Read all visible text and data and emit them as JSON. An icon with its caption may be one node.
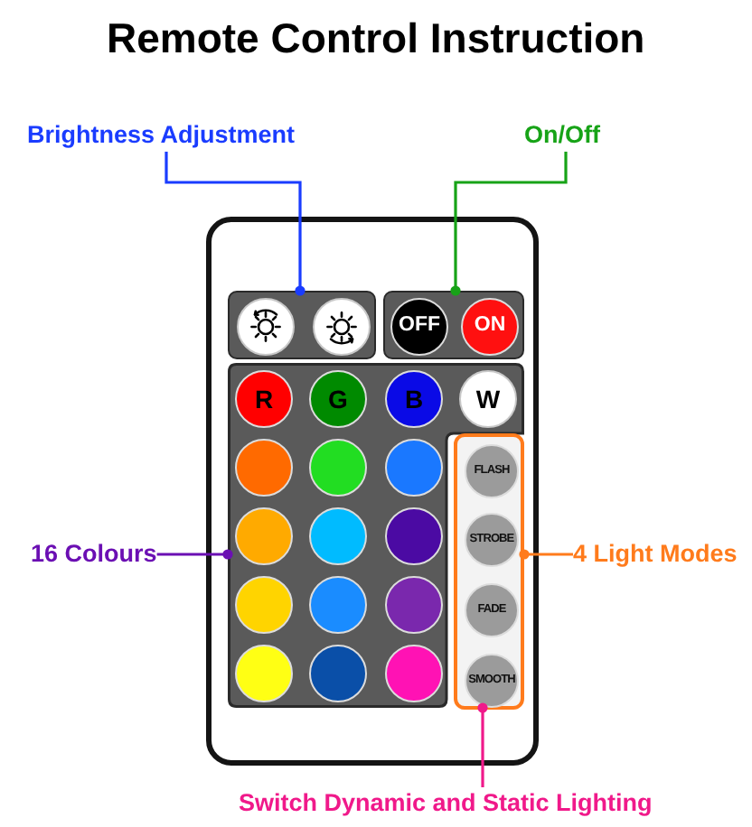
{
  "diagram": {
    "title": "Remote Control Instruction",
    "nodes": [
      {
        "text": [
          "Brightness Adjustment"
        ]
      },
      {
        "text": [
          "On/Off"
        ]
      },
      {
        "text": [],
        "shape": "box"
      },
      {
        "text": [],
        "shape": "box",
        "in": 2
      },
      {
        "text": [],
        "shape": "circle",
        "in": 3
      },
      {
        "text": [],
        "shape": "circle",
        "in": 3
      },
      {
        "text": [],
        "shape": "box",
        "in": 2
      },
      {
        "text": [
          "OFF"
        ],
        "in": 6
      },
      {
        "text": [
          "ON"
        ],
        "in": 6
      },
      {
        "text": [],
        "shape": "box",
        "in": 2
      },
      {
        "text": [
          "R"
        ],
        "in": 9
      },
      {
        "text": [
          "G"
        ],
        "in": 9
      },
      {
        "text": [
          "B"
        ],
        "in": 9
      },
      {
        "text": [
          "W"
        ],
        "in": 9
      },
      {
        "text": [],
        "shape": "circle",
        "in": 9
      },
      {
        "text": [],
        "shape": "circle",
        "in": 9
      },
      {
        "text": [],
        "shape": "circle",
        "in": 9
      },
      {
        "text": [],
        "shape": "circle",
        "in": 9
      },
      {
        "text": [],
        "shape": "circle",
        "in": 9
      },
      {
        "text": [],
        "shape": "circle",
        "in": 9
      },
      {
        "text": [],
        "shape": "circle",
        "in": 9
      },
      {
        "text": [],
        "shape": "circle",
        "in": 9
      },
      {
        "text": [],
        "shape": "circle",
        "in": 9
      },
      {
        "text": [],
        "shape": "circle",
        "in": 9
      },
      {
        "text": [],
        "shape": "circle",
        "in": 9
      },
      {
        "text": [],
        "shape": "circle",
        "in": 9
      },
      {
        "text": [],
        "shape": "box",
        "in": 2
      },
      {
        "text": [
          "FLASH"
        ],
        "in": 26
      },
      {
        "text": [
          "STROBE"
        ],
        "in": 26
      },
      {
        "text": [
          "FADE"
        ],
        "in": 26
      },
      {
        "text": [
          "SMOOTH"
        ],
        "in": 26
      },
      {
        "text": [
          "16 Colours"
        ]
      },
      {
        "text": [
          "4 Light Modes"
        ]
      },
      {
        "text": [
          "Switch Dynamic and Static Lighting"
        ]
      }
    ],
    "edges": [
      {
        "from": 0,
        "to": 3,
        "arrow": "other",
        "color": "#1a3cff"
      },
      {
        "from": 1,
        "to": 6,
        "arrow": "other",
        "color": "#17a317"
      },
      {
        "from": 31,
        "to": 9,
        "arrow": "other",
        "color": "#6b0fb3"
      },
      {
        "from": 32,
        "to": 26,
        "arrow": "other",
        "color": "#ff7b1c"
      },
      {
        "from": 33,
        "to": 30,
        "arrow": "other",
        "color": "#f0198a"
      }
    ]
  }
}
